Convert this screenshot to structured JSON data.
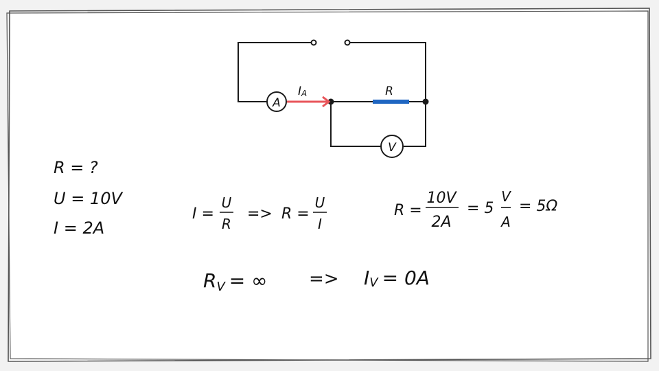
{
  "colors": {
    "wire": "#1a1a1a",
    "current_arrow": "#e8555a",
    "resistor": "#1f66c2",
    "paper": "#ffffff"
  },
  "circuit": {
    "ammeter_label": "A",
    "voltmeter_label": "V",
    "current_label": "I",
    "current_subscript": "A",
    "resistor_label": "R"
  },
  "given": {
    "line1": "R = ?",
    "line2": "U = 10V",
    "line3": "I = 2A"
  },
  "ohm": {
    "lhs": "I =",
    "num": "U",
    "den": "R",
    "implies": "=>",
    "rhs": "R =",
    "num2": "U",
    "den2": "I"
  },
  "calc": {
    "lhs": "R =",
    "num": "10V",
    "den": "2A",
    "eq1": "= 5",
    "num2": "V",
    "den2": "A",
    "eq2": "= 5Ω"
  },
  "voltmeter": {
    "lhs": "R",
    "lhs_sub": "V",
    "eq": "= ∞",
    "implies": "=>",
    "rhs": "I",
    "rhs_sub": "V",
    "result": "= 0A"
  }
}
